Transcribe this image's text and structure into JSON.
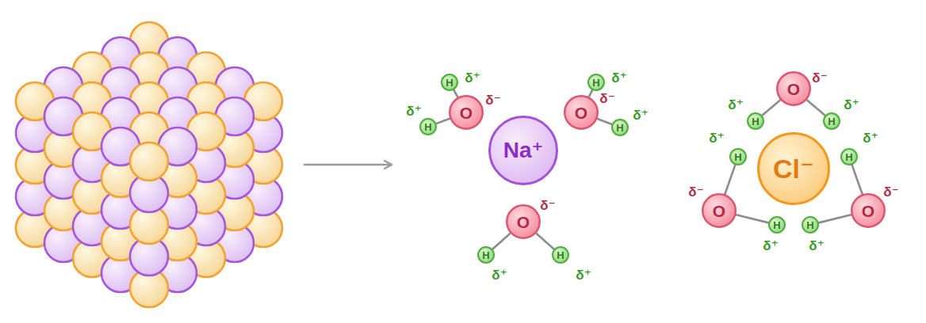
{
  "diagram": {
    "nodes": [
      {
        "text": [
          "Na⁺"
        ]
      },
      {
        "text": [
          "O"
        ]
      },
      {
        "text": [
          "H"
        ]
      },
      {
        "text": [
          "H"
        ]
      },
      {
        "text": [
          "O"
        ]
      },
      {
        "text": [
          "H"
        ]
      },
      {
        "text": [
          "H"
        ]
      },
      {
        "text": [
          "O"
        ]
      },
      {
        "text": [
          "H"
        ]
      },
      {
        "text": [
          "H"
        ]
      },
      {
        "text": [
          "Cl⁻"
        ]
      },
      {
        "text": [
          "O"
        ]
      },
      {
        "text": [
          "H"
        ]
      },
      {
        "text": [
          "H"
        ]
      },
      {
        "text": [
          "O"
        ]
      },
      {
        "text": [
          "H"
        ]
      },
      {
        "text": [
          "H"
        ]
      },
      {
        "text": [
          "O"
        ]
      },
      {
        "text": [
          "H"
        ]
      },
      {
        "text": [
          "H"
        ]
      }
    ],
    "edges": [
      {
        "from": 1,
        "to": 2,
        "arrow": "none"
      },
      {
        "from": 1,
        "to": 3,
        "arrow": "none"
      },
      {
        "from": 4,
        "to": 5,
        "arrow": "none"
      },
      {
        "from": 4,
        "to": 6,
        "arrow": "none"
      },
      {
        "from": 7,
        "to": 8,
        "arrow": "none"
      },
      {
        "from": 7,
        "to": 9,
        "arrow": "none"
      },
      {
        "from": 11,
        "to": 12,
        "arrow": "none"
      },
      {
        "from": 11,
        "to": 13,
        "arrow": "none"
      },
      {
        "from": 14,
        "to": 15,
        "arrow": "none"
      },
      {
        "from": 14,
        "to": 16,
        "arrow": "none"
      },
      {
        "from": 17,
        "to": 18,
        "arrow": "none"
      },
      {
        "from": 17,
        "to": 19,
        "arrow": "none"
      }
    ],
    "labels": [
      "δ⁺",
      "δ⁺",
      "δ⁻",
      "δ⁺",
      "δ⁻",
      "δ⁺",
      "δ⁻",
      "δ⁺",
      "δ⁺",
      "δ⁻",
      "δ⁺",
      "δ⁺",
      "δ⁺",
      "δ⁺",
      "δ⁻",
      "δ⁻",
      "δ⁺",
      "δ⁺"
    ]
  }
}
